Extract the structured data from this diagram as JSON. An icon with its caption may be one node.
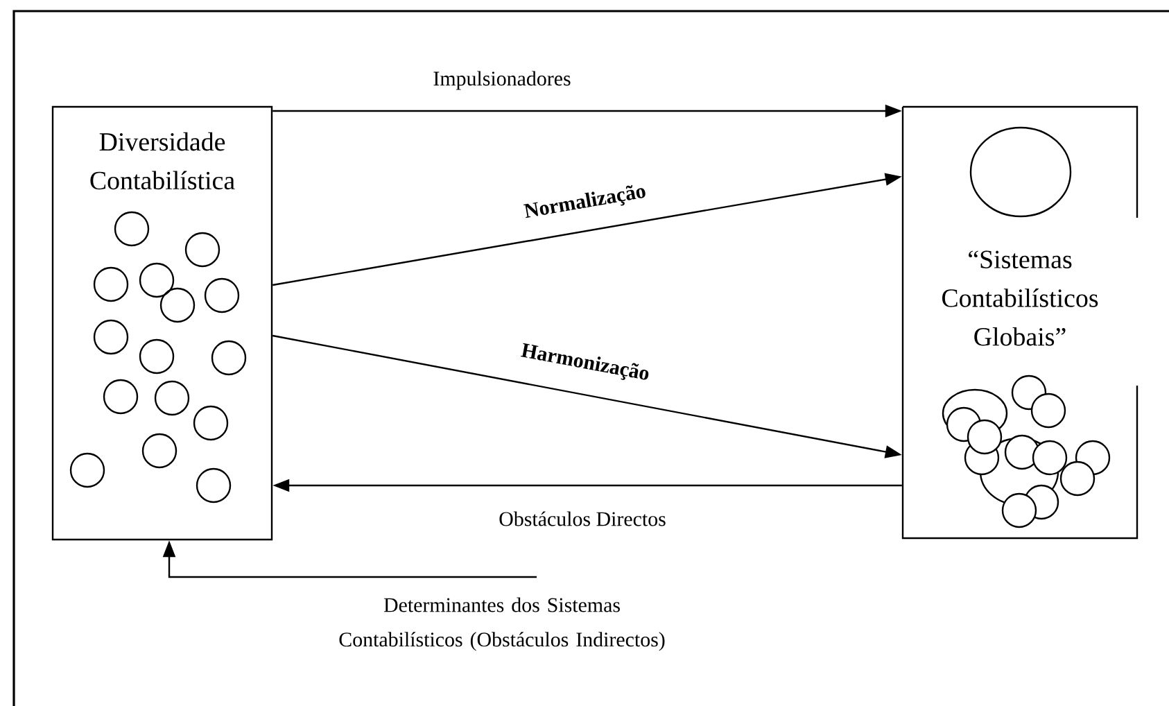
{
  "diagram": {
    "nodes": [
      {
        "text": [
          "Diversidade Contabilística"
        ]
      },
      {
        "text": [
          "“Sistemas Contabilísticos Globais”"
        ]
      }
    ],
    "edges": [
      {
        "from": 0,
        "to": 1,
        "arrow": "to",
        "label": "Impulsionadores"
      },
      {
        "from": 0,
        "to": 1,
        "arrow": "to",
        "label": "Normalização"
      },
      {
        "from": 0,
        "to": 1,
        "arrow": "to",
        "label": "Harmonização"
      },
      {
        "from": 1,
        "to": 0,
        "arrow": "to",
        "label": "Obstáculos Directos"
      },
      {
        "from": null,
        "to": 0,
        "arrow": "to",
        "label": "Determinantes dos Sistemas Contabilísticos (Obstáculos Indirectos)"
      }
    ]
  }
}
